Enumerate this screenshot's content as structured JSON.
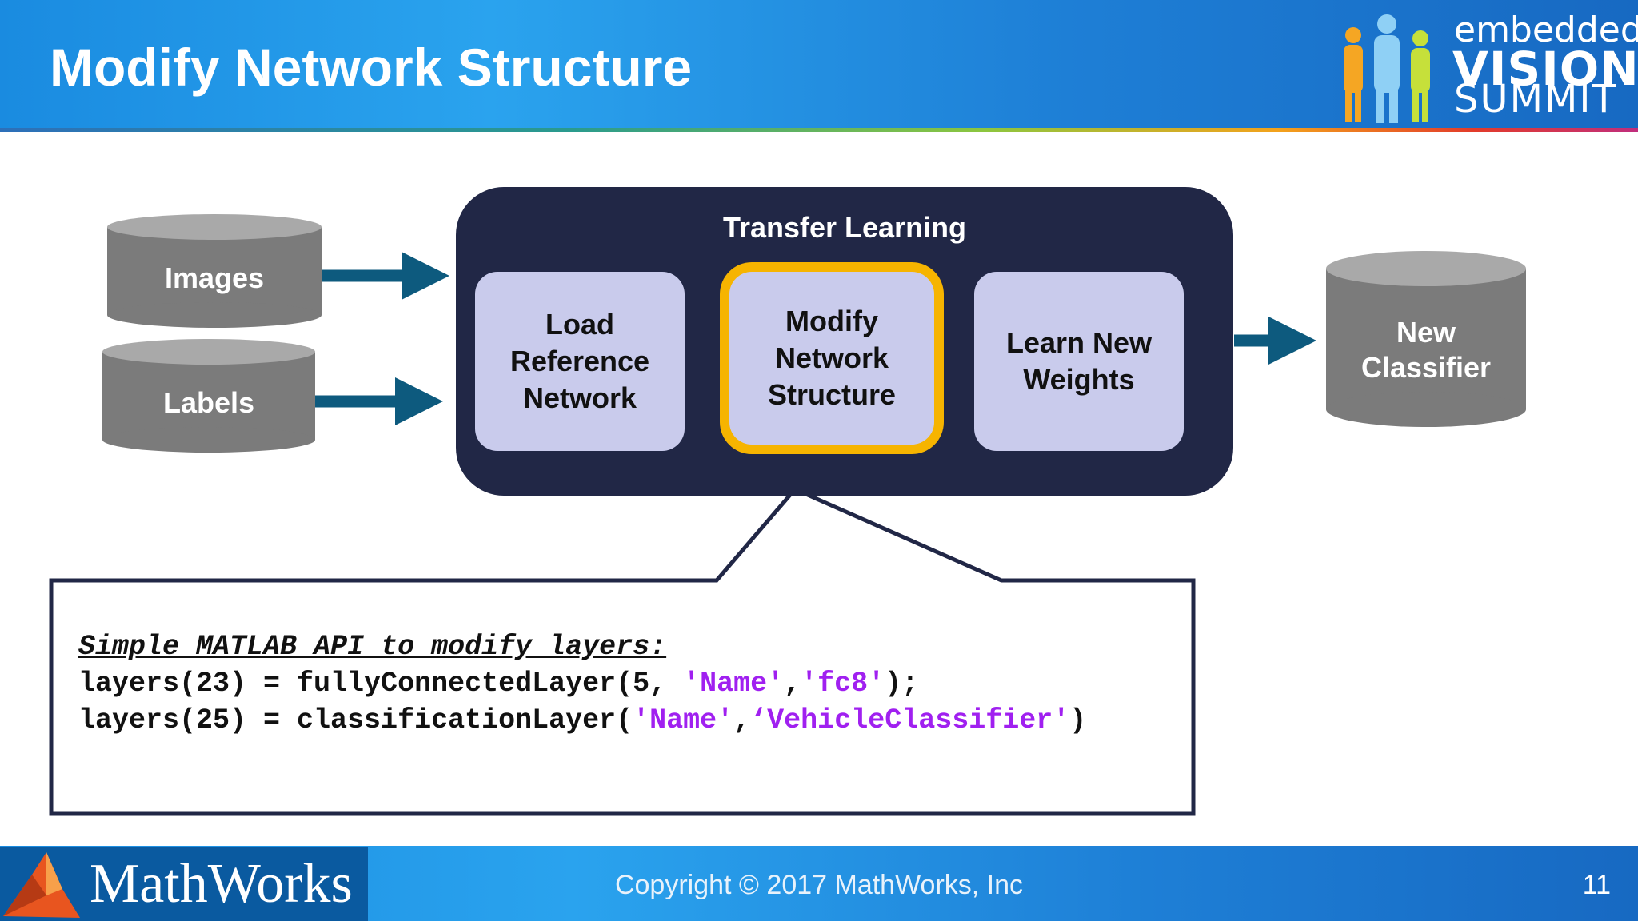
{
  "slide": {
    "title": "Modify Network Structure",
    "page_number": "11",
    "copyright": "Copyright © 2017 MathWorks, Inc"
  },
  "logos": {
    "event_line1": "embedded",
    "event_line2": "VISION",
    "event_line3": "SUMMIT",
    "company": "MathWorks"
  },
  "diagram": {
    "inputs": [
      "Images",
      "Labels"
    ],
    "group_title": "Transfer Learning",
    "steps": [
      "Load Reference Network",
      "Modify Network Structure",
      "Learn New Weights"
    ],
    "highlighted_step": "Modify Network Structure",
    "output": "New Classifier"
  },
  "code": {
    "heading": "Simple MATLAB API to modify layers:",
    "line1_pre": "layers(23) = fullyConnectedLayer(5, ",
    "line1_str1": "'Name'",
    "line1_mid": ",",
    "line1_str2": "'fc8'",
    "line1_post": ");",
    "line2_pre": "layers(25) = classificationLayer(",
    "line2_str1": "'Name'",
    "line2_mid": ",",
    "line2_str2": "‘VehicleClassifier'",
    "line2_post": ")"
  },
  "colors": {
    "header_blue": "#1a8be0",
    "group_navy": "#212746",
    "step_lavender": "#c9cbec",
    "highlight_gold": "#f6b400",
    "arrow_teal": "#0d5a7e",
    "cylinder_gray": "#7b7b7b",
    "code_string_purple": "#a020f0"
  }
}
